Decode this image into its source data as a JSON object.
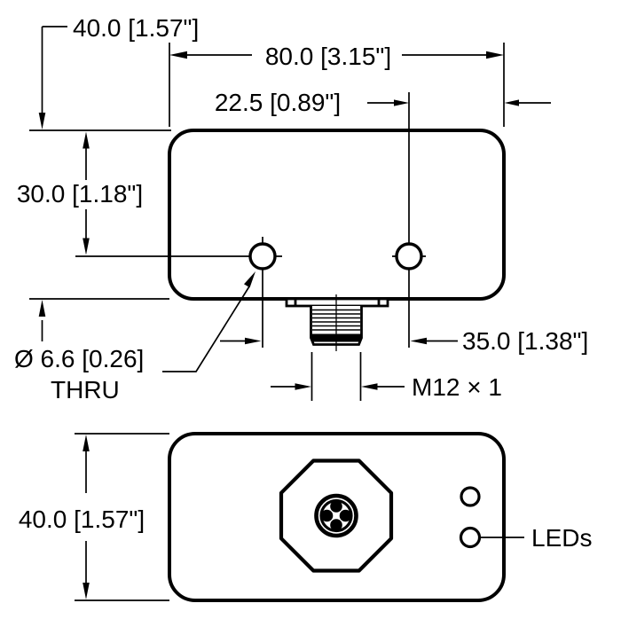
{
  "drawing": {
    "background": "#ffffff",
    "line_color": "#000000",
    "side_view": {
      "depth_label": "40.0 [1.57\"]",
      "width_label": "80.0 [3.15\"]",
      "hole_offset_right_label": "22.5 [0.89\"]",
      "hole_offset_top_label": "30.0 [1.18\"]",
      "hole_diameter_label": "Ø 6.6 [0.26]",
      "hole_thru_label": "THRU",
      "hole_spacing_label": "35.0 [1.38\"]",
      "connector_thread_label": "M12 × 1"
    },
    "front_view": {
      "height_label": "40.0 [1.57\"]",
      "leds_label": "LEDs"
    }
  }
}
